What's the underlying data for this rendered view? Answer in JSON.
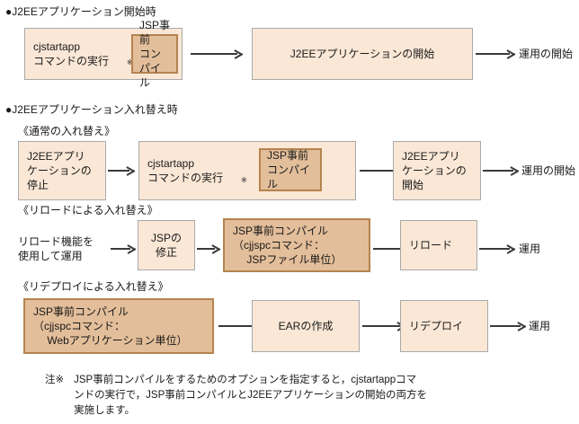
{
  "sections": [
    {
      "id": "start",
      "heading": "●J2EEアプリケーション開始時",
      "nodes": {
        "cjstartapp": "cjstartapp\nコマンドの実行",
        "jsp_precompile": "JSP事前\nコンパイル",
        "j2ee_start": "J2EEアプリケーションの開始",
        "operation_start": "運用の開始"
      }
    },
    {
      "id": "replace",
      "heading": "●J2EEアプリケーション入れ替え時",
      "sub_normal": "《通常の入れ替え》",
      "sub_reload": "《リロードによる入れ替え》",
      "sub_redeploy": "《リデプロイによる入れ替え》",
      "normal": {
        "stop": "J2EEアプリ\nケーションの\n停止",
        "cjstartapp": "cjstartapp\nコマンドの実行",
        "jsp_precompile": "JSP事前\nコンパイル",
        "j2ee_start": "J2EEアプリ\nケーションの\n開始",
        "operation_start": "運用の開始"
      },
      "reload": {
        "reload_feature": "リロード機能を\n使用して運用",
        "jsp_fix": "JSPの修正",
        "jsp_precompile": "JSP事前コンパイル\n（cjjspcコマンド：\n　 JSPファイル単位）",
        "reload": "リロード",
        "operation": "運用"
      },
      "redeploy": {
        "jsp_precompile": "JSP事前コンパイル\n（cjjspcコマンド：\n　 Webアプリケーション単位）",
        "ear_create": "EARの作成",
        "redeploy": "リデプロイ",
        "operation": "運用"
      }
    }
  ],
  "footnote": {
    "mark": "注※",
    "body": "JSP事前コンパイルをするためのオプションを指定すると，cjstartappコマ\nンドの実行で，JSP事前コンパイルとJ2EEアプリケーションの開始の両方を\n実施します。"
  },
  "colors": {
    "box_fill": "#FAE7D6",
    "box_border": "#A9A9A9",
    "inner_fill": "#E3BE9A",
    "inner_border": "#B5834F",
    "text": "#1a1a1a",
    "arrow": "#3a3a3a"
  }
}
